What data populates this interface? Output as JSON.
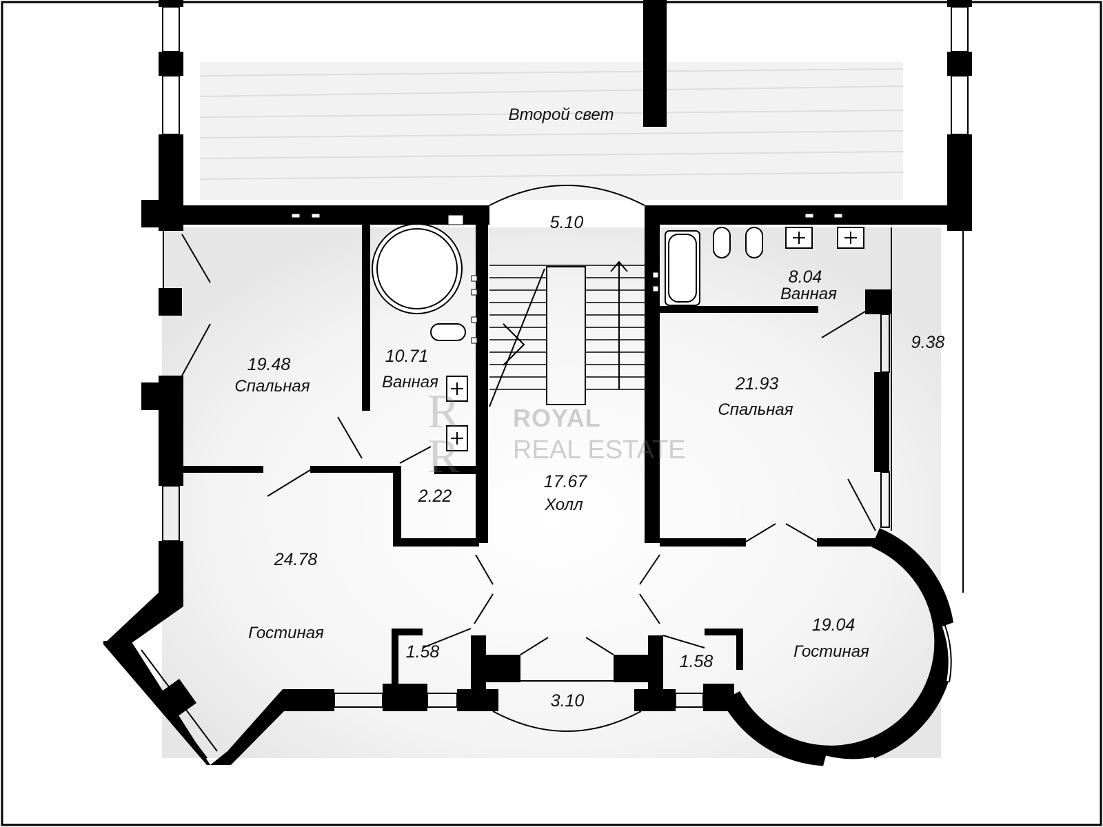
{
  "plan": {
    "rooms": [
      {
        "id": "second-light",
        "name": "Второй свет",
        "area": ""
      },
      {
        "id": "stair-top",
        "name": "",
        "area": "5.10"
      },
      {
        "id": "bath-right",
        "name": "Ванная",
        "area": "8.04"
      },
      {
        "id": "balcony-right",
        "name": "",
        "area": "9.38"
      },
      {
        "id": "bedroom-left",
        "name": "Спальная",
        "area": "19.48"
      },
      {
        "id": "bath-left",
        "name": "Ванная",
        "area": "10.71"
      },
      {
        "id": "bedroom-right",
        "name": "Спальная",
        "area": "21.93"
      },
      {
        "id": "closet",
        "name": "",
        "area": "2.22"
      },
      {
        "id": "hall",
        "name": "Холл",
        "area": "17.67"
      },
      {
        "id": "living-left",
        "name": "Гостиная",
        "area": "24.78"
      },
      {
        "id": "closet-left",
        "name": "",
        "area": "1.58"
      },
      {
        "id": "closet-right",
        "name": "",
        "area": "1.58"
      },
      {
        "id": "bay",
        "name": "",
        "area": "3.10"
      },
      {
        "id": "living-right",
        "name": "Гостиная",
        "area": "19.04"
      }
    ],
    "colors": {
      "wall": "#000000",
      "background": "#ffffff",
      "shade": "#e8e8e8"
    }
  },
  "watermark": {
    "line1": "ROYAL",
    "line2": "REAL ESTATE",
    "logo_icon": "rr-monogram-icon"
  }
}
